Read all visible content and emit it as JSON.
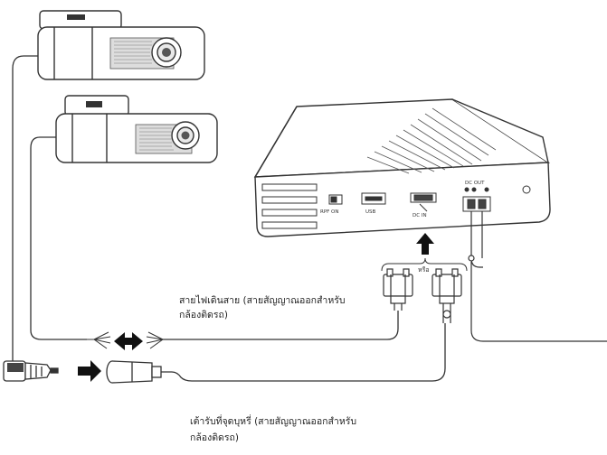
{
  "labels": {
    "wire_caption_line1": "สายไฟเดินสาย (สายสัญญาณออกสำหรับ",
    "wire_caption_line2": "กล้องติดรถ)",
    "socket_caption_line1": "เต้ารับที่จุดบุหรี่ (สายสัญญาณออกสำหรับ",
    "socket_caption_line2": "กล้องติดรถ)",
    "connector_or_label": "หรือ",
    "battery_port_mode_label": "RPF ON",
    "battery_usb_label": "USB",
    "battery_dc_in_label": "DC IN",
    "battery_dc_out_label": "DC OUT"
  },
  "icons": {
    "wire_swap_arrow": "double-arrow-icon",
    "socket_arrow": "right-arrow-icon",
    "insert_arrow": "up-arrow-icon"
  },
  "colors": {
    "line": "#333333",
    "arrow": "#111111",
    "text": "#222222"
  }
}
